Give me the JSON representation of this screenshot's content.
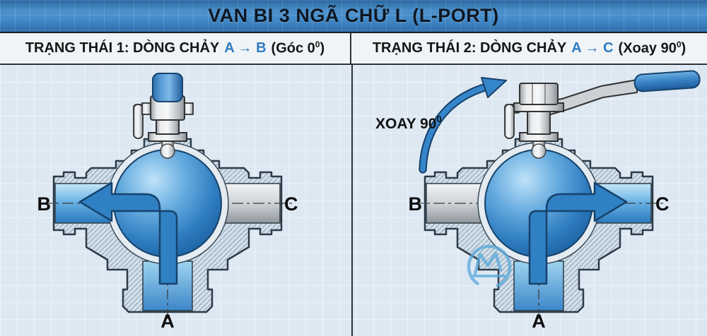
{
  "title": "VAN BI 3 NGÃ CHỮ L (L-PORT)",
  "colors": {
    "accent_blue": "#2e7cc3",
    "flow_arrow_blue": "#3080c4",
    "title_bar_bg": "#3884c6",
    "content_bg": "#dde8f2",
    "ball_blue": "#2f7dc0",
    "body_hatch": "#d3dfe9",
    "gray_port": "#b9c0c6",
    "watermark_blue": "#58a8da"
  },
  "panels": {
    "left": {
      "header": {
        "prefix": "TRẠNG THÁI 1: DÒNG CHẢY",
        "flow": "A → B",
        "suffix_pre": "(Góc 0",
        "suffix_sup": "0",
        "suffix_post": ")"
      },
      "ports": {
        "left": "B",
        "right": "C",
        "bottom": "A"
      },
      "flow_state": "A to B, handle at 0 degrees"
    },
    "right": {
      "header": {
        "prefix": "TRẠNG THÁI 2: DÒNG CHẢY",
        "flow": "A → C",
        "suffix_pre": "(Xoay 90",
        "suffix_sup": "0",
        "suffix_post": ")"
      },
      "ports": {
        "left": "B",
        "right": "C",
        "bottom": "A"
      },
      "rotate_label": "XOAY 90",
      "rotate_sup": "0",
      "flow_state": "A to C, handle rotated 90 degrees"
    }
  },
  "watermark_icon": "m-circle-logo"
}
